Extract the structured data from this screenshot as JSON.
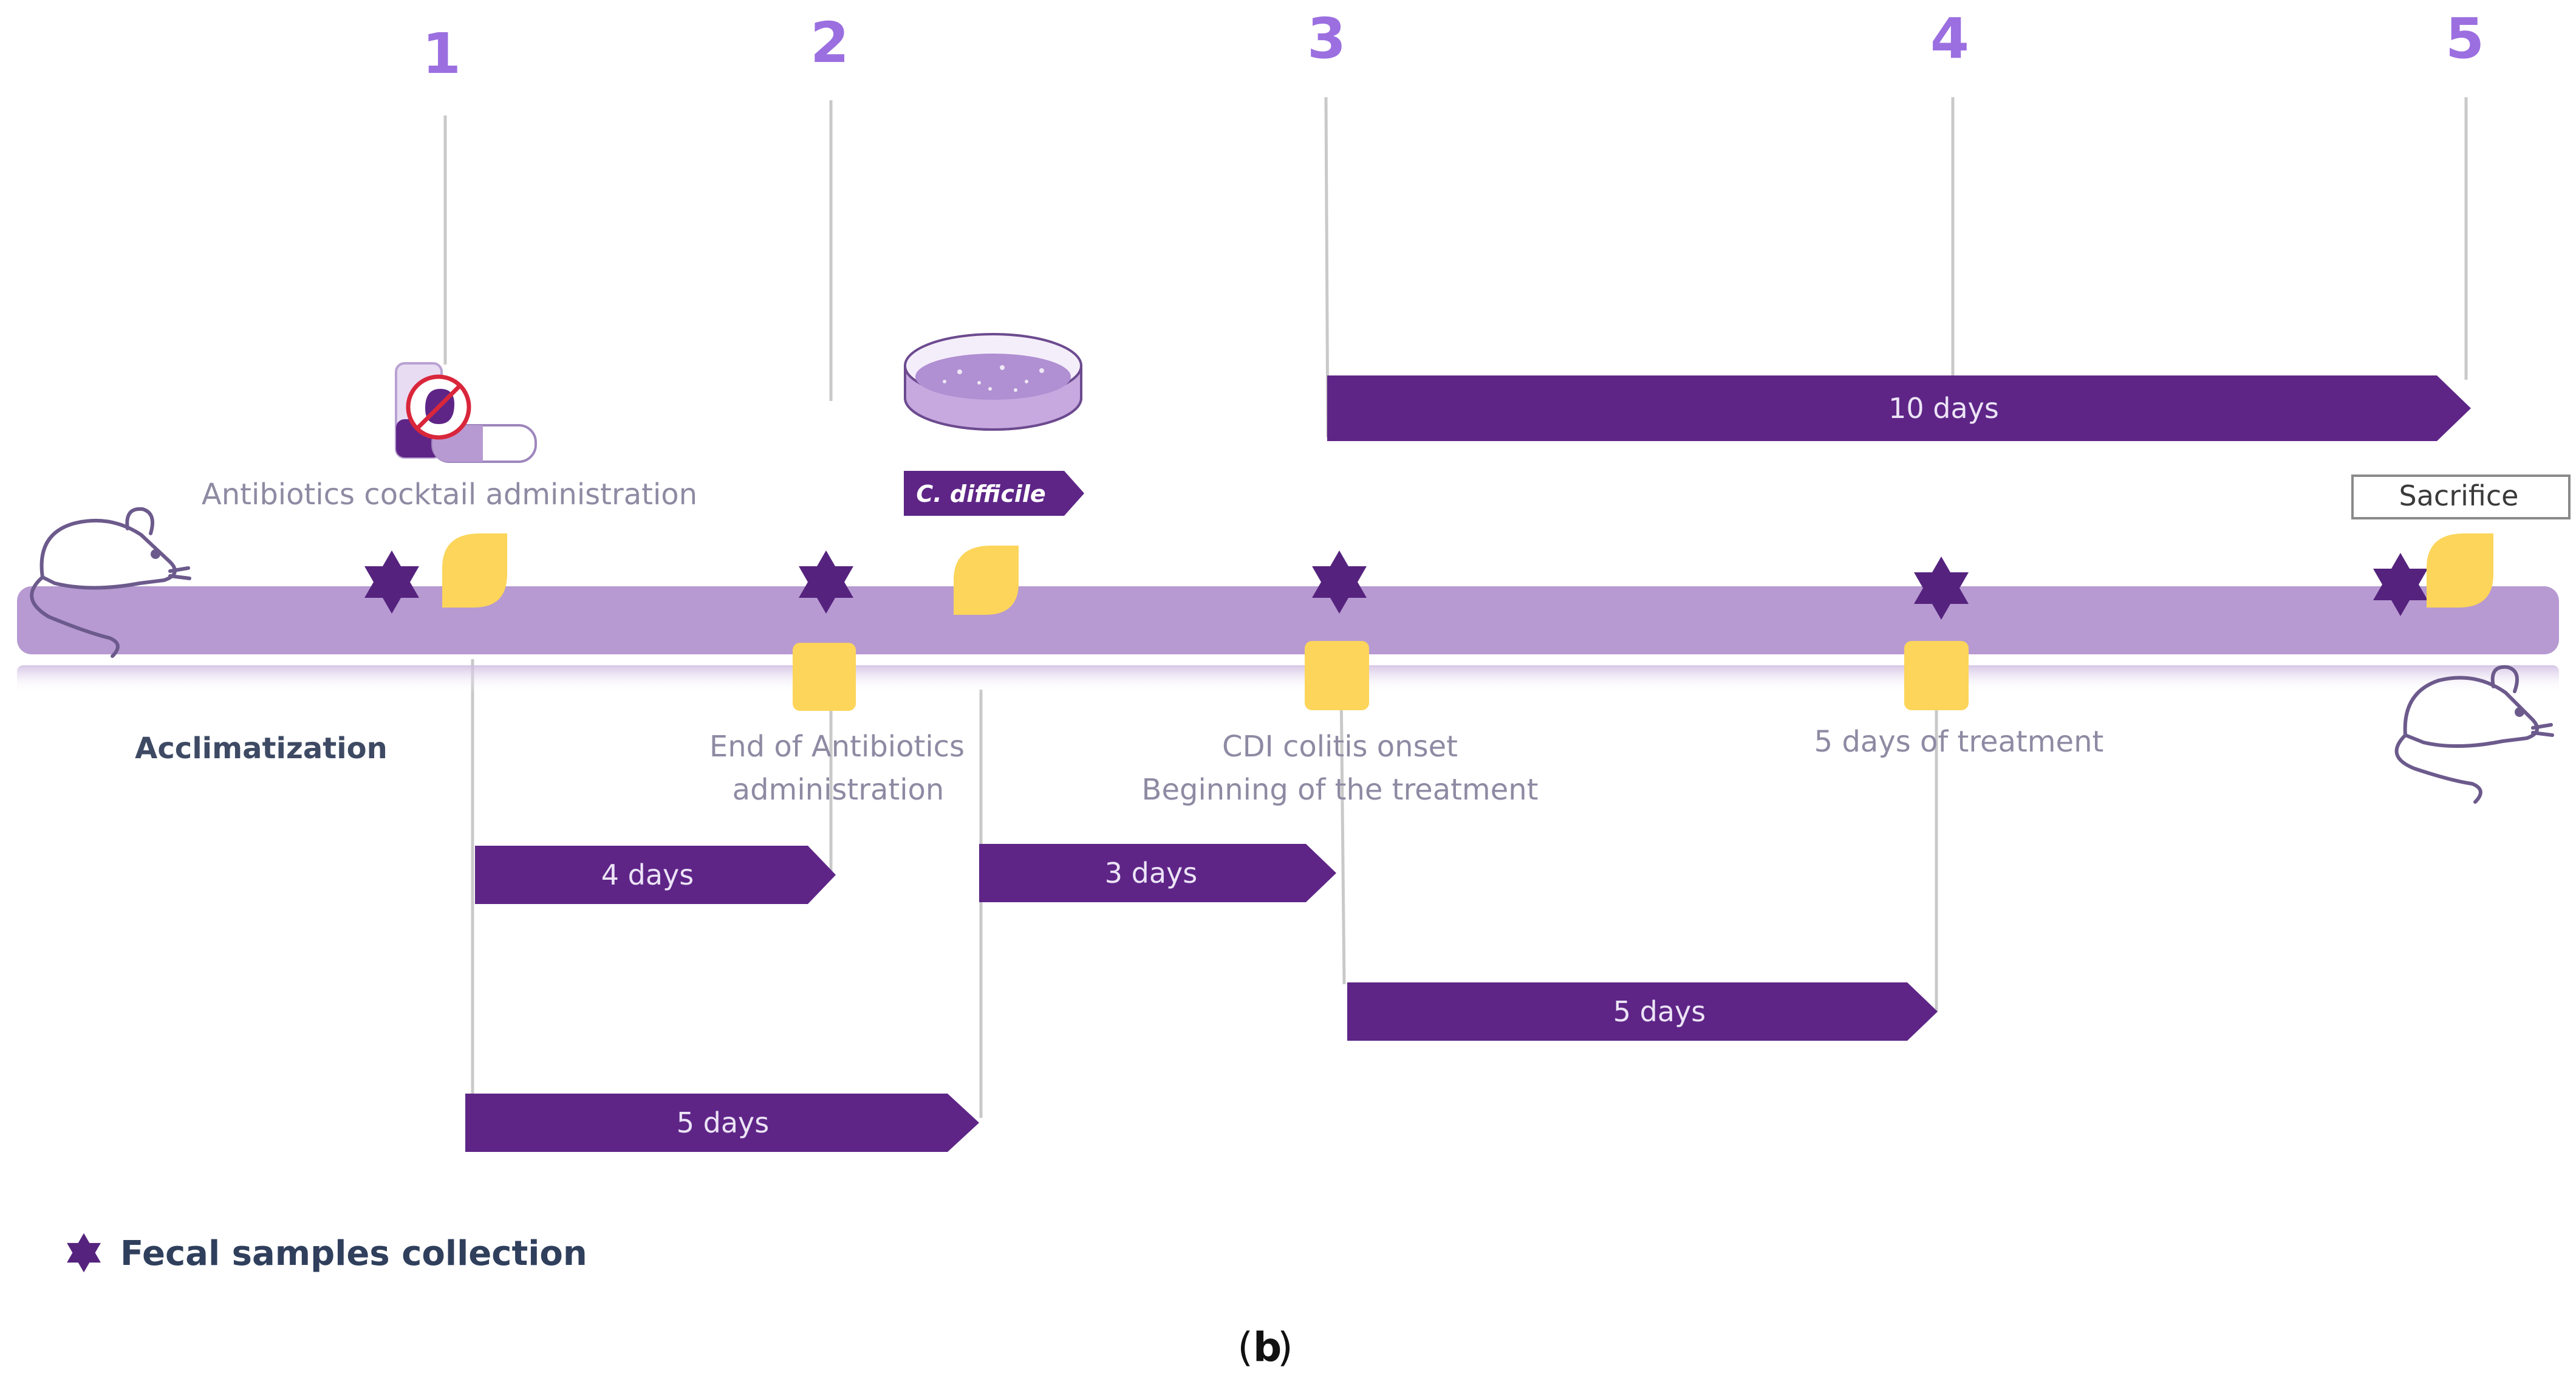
{
  "milestones": [
    "1",
    "2",
    "3",
    "4",
    "5"
  ],
  "labels": {
    "antibiotics": "Antibiotics  cocktail  administration",
    "pathogen": "C. difficile",
    "sacrifice": "Sacrifice",
    "acclimatization": "Acclimatization",
    "end_ab_line1": "End of Antibiotics",
    "end_ab_line2": "administration",
    "cdi_line1": "CDI colitis onset",
    "cdi_line2": "Beginning of the treatment",
    "treatment": "5 days of treatment",
    "legend": "Fecal samples collection",
    "caption_letter": "b",
    "caption_open": "(",
    "caption_close": ")"
  },
  "durations": {
    "ten_days": "10 days",
    "four_days": "4 days",
    "three_days": "3 days",
    "five_days_treatment": "5 days",
    "five_days_antibiotics": "5 days"
  },
  "colors": {
    "milestone_number": "#9b6fe0",
    "timeline_bar": "#b79ad1",
    "arrow": "#5e2587",
    "star": "#55237e",
    "yellow_marker": "#fcd55a",
    "label_text": "#8f8aa3",
    "dark_text": "#2f3f5c"
  }
}
